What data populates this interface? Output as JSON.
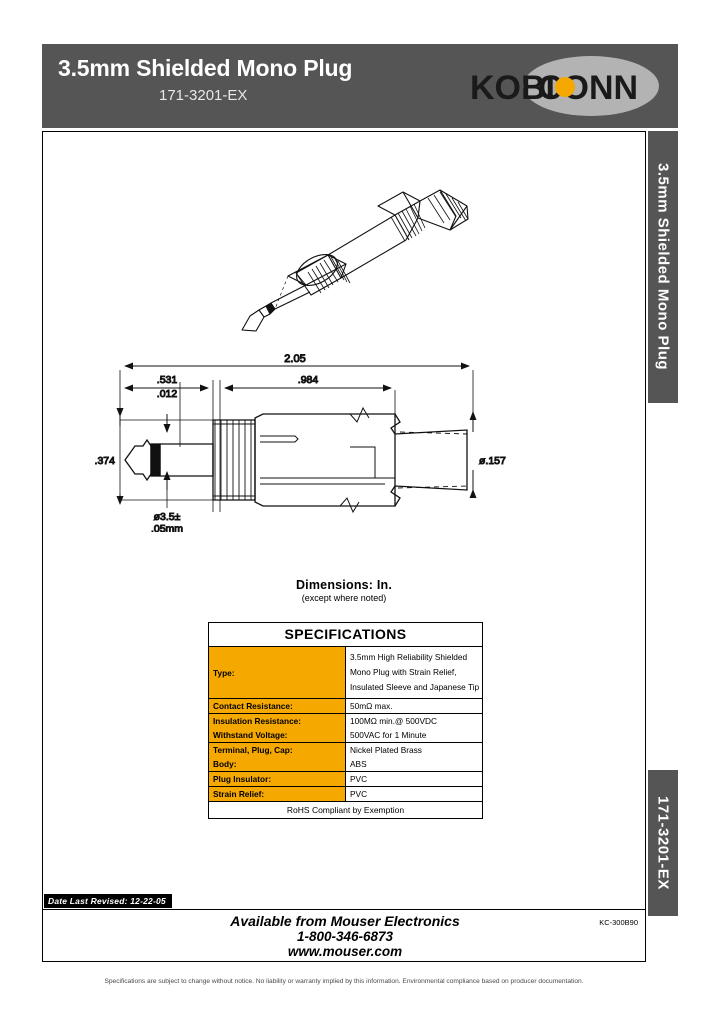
{
  "header": {
    "title": "3.5mm Shielded Mono Plug",
    "part_number": "171-3201-EX",
    "logo_text_1": "KOBI",
    "logo_text_2": "CONN",
    "logo_orange": "#f5a800",
    "logo_gray": "#b3b3b3",
    "bar_color": "#555555"
  },
  "side_tabs": {
    "top_label": "3.5mm Shielded Mono Plug",
    "bottom_label": "171-3201-EX"
  },
  "drawing": {
    "dimensions": {
      "overall": "2.05",
      "flange": ".531",
      "gap": ".012",
      "body": ".984",
      "tip_dia": "ø.374",
      "cable_dia": "ø.157",
      "shaft_dia_line1": "ø3.5±",
      "shaft_dia_line2": ".05mm"
    },
    "caption_line1": "Dimensions: In.",
    "caption_line2": "(except where noted)"
  },
  "spec_table": {
    "title": "SPECIFICATIONS",
    "rows": [
      {
        "label": "Type:",
        "value_lines": [
          "3.5mm High Reliability Shielded",
          "Mono Plug with Strain Relief,",
          "Insulated Sleeve and Japanese Tip"
        ]
      },
      {
        "label": "Contact Resistance:",
        "value": "50mΩ max."
      },
      {
        "label": "Insulation Resistance:",
        "value": "100MΩ min.@ 500VDC"
      },
      {
        "label": "Withstand Voltage:",
        "value": "500VAC for 1 Minute"
      },
      {
        "label": "Terminal, Plug, Cap:",
        "value": "Nickel Plated Brass"
      },
      {
        "label": "Body:",
        "value": "ABS"
      },
      {
        "label": "Plug Insulator:",
        "value": "PVC"
      },
      {
        "label": "Strain Relief:",
        "value": "PVC"
      }
    ],
    "footer_row": "RoHS Compliant by Exemption",
    "label_bg": "#f5a800"
  },
  "footer": {
    "date_revised": "Date Last Revised:  12-22-05",
    "mouser_line1": "Available from Mouser Electronics",
    "mouser_line2": "1-800-346-6873",
    "mouser_line3": "www.mouser.com",
    "doc_code": "KC-300B90",
    "disclaimer": "Specifications are subject to change without notice. No liability or warranty implied by this information. Environmental compliance based on producer documentation."
  }
}
